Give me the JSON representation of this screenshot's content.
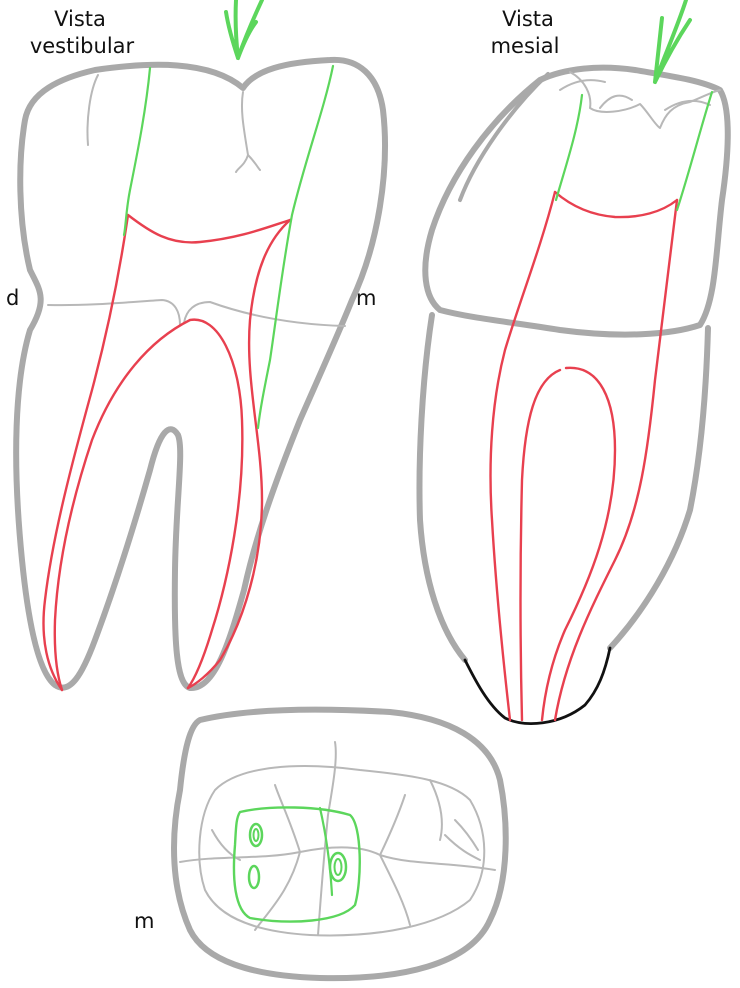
{
  "views": {
    "buccal": {
      "title_line1": "Vista",
      "title_line2": "vestibular",
      "side_left": "d",
      "side_right": "m"
    },
    "mesial": {
      "title_line1": "Vista",
      "title_line2": "mesial"
    },
    "occlusal": {
      "side_label": "m"
    }
  },
  "colors": {
    "outline": "#a9a9a9",
    "fissure": "#b8b8b8",
    "canal": "#e8404f",
    "access": "#5cd65c",
    "apex": "#111111"
  },
  "icons": [
    "arrow-icon"
  ]
}
